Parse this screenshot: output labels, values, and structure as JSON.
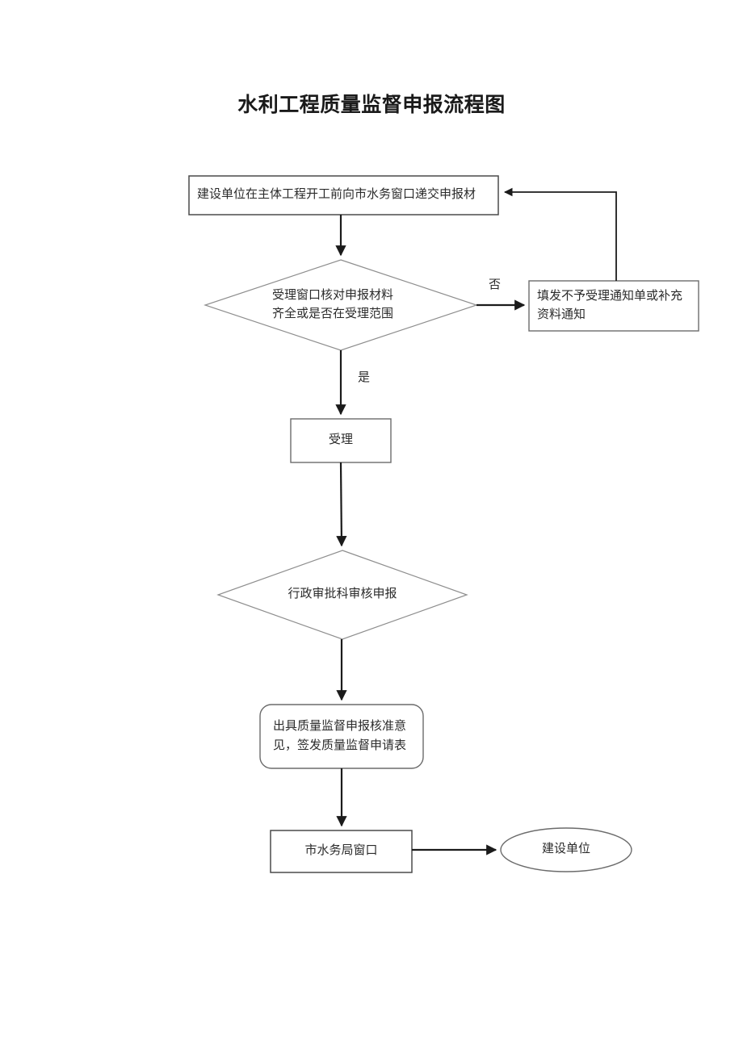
{
  "document": {
    "title": "水利工程质量监督申报流程图"
  },
  "flowchart": {
    "type": "flowchart",
    "nodes": [
      {
        "id": "submit",
        "shape": "rectangle",
        "lines": [
          "建设单位在主体工程开工前向市水务窗口递交申报材"
        ]
      },
      {
        "id": "check-decision",
        "shape": "diamond",
        "lines": [
          "受理窗口核对申报材料",
          "齐全或是否在受理范围"
        ]
      },
      {
        "id": "reject-notice",
        "shape": "rectangle",
        "lines": [
          "填发不予受理通知单或补充",
          "资料通知"
        ]
      },
      {
        "id": "accept",
        "shape": "rectangle",
        "lines": [
          "受理"
        ]
      },
      {
        "id": "review-decision",
        "shape": "diamond",
        "lines": [
          "行政审批科审核申报"
        ]
      },
      {
        "id": "issue-opinion",
        "shape": "rounded-rectangle",
        "lines": [
          "出具质量监督申报核准意",
          "见，签发质量监督申请表"
        ]
      },
      {
        "id": "bureau-window",
        "shape": "rectangle",
        "lines": [
          "市水务局窗口"
        ]
      },
      {
        "id": "construction-unit",
        "shape": "ellipse",
        "lines": [
          "建设单位"
        ]
      }
    ],
    "edges": [
      {
        "id": "submit-to-check",
        "from": "submit",
        "to": "check-decision",
        "label": ""
      },
      {
        "id": "check-to-reject",
        "from": "check-decision",
        "to": "reject-notice",
        "label": "否"
      },
      {
        "id": "check-to-accept",
        "from": "check-decision",
        "to": "accept",
        "label": "是"
      },
      {
        "id": "reject-to-submit",
        "from": "reject-notice",
        "to": "submit",
        "label": ""
      },
      {
        "id": "accept-to-review",
        "from": "accept",
        "to": "review-decision",
        "label": ""
      },
      {
        "id": "review-to-issue",
        "from": "review-decision",
        "to": "issue-opinion",
        "label": ""
      },
      {
        "id": "issue-to-bureau",
        "from": "issue-opinion",
        "to": "bureau-window",
        "label": ""
      },
      {
        "id": "bureau-to-unit",
        "from": "bureau-window",
        "to": "construction-unit",
        "label": ""
      }
    ],
    "colors": {
      "background": "#ffffff",
      "node_stroke": "#6b6b6b",
      "diamond_stroke": "#8e8e8e",
      "connector": "#1b1b1b",
      "text": "#2b2b2b"
    }
  }
}
